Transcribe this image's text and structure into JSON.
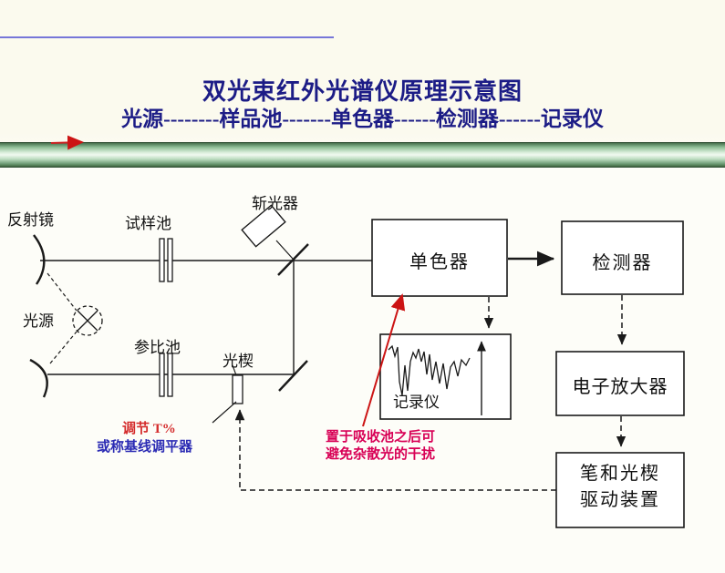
{
  "header": {
    "title": "双光束红外光谱仪原理示意图",
    "subtitle": "光源--------样品池-------单色器------检测器------记录仪"
  },
  "diagram": {
    "labels": {
      "mirror": "反射镜",
      "sample_cell": "试样池",
      "chopper": "斩光器",
      "light_source": "光源",
      "reference_cell": "参比池",
      "wedge": "光楔",
      "monochromator": "单色器",
      "detector": "检测器",
      "amplifier": "电子放大器",
      "pen_drive_1": "笔和光楔",
      "pen_drive_2": "驱动装置",
      "recorder": "记录仪"
    },
    "annotations": {
      "adjust": "调节 T%",
      "baseline": "或称基线调平器",
      "note_1": "置于吸收池之后可",
      "note_2": "避免杂散光的干扰"
    }
  },
  "colors": {
    "title_text": "#1c1c86",
    "line_black": "#1a1a1a",
    "adjust_red": "#d42b2b",
    "baseline_blue": "#2b2bb4",
    "note_crimson": "#d80055",
    "arrow_red": "#cc1414",
    "green_bar_dark": "#46704c",
    "green_bar_light": "#f0f9f0"
  }
}
